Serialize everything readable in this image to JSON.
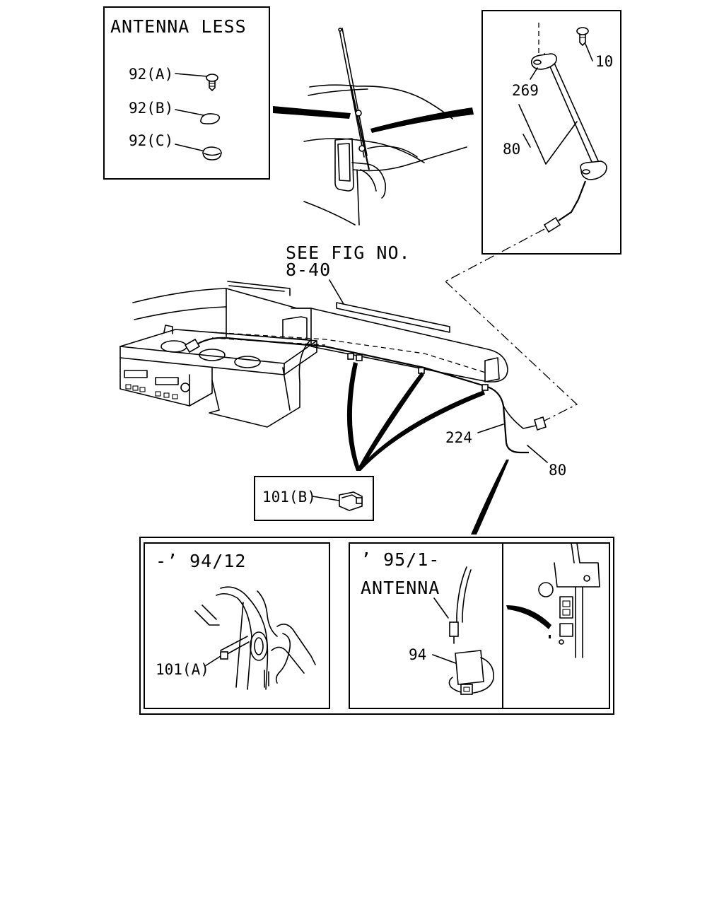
{
  "labels": {
    "antenna_less": "ANTENNA LESS",
    "p92a": "92(A)",
    "p92b": "92(B)",
    "p92c": "92(C)",
    "p10": "10",
    "p269": "269",
    "p80_top": "80",
    "see_fig_line1": "SEE FIG NO.",
    "see_fig_line2": "8-40",
    "p224": "224",
    "p80_mid": "80",
    "p101b": "101(B)",
    "date_early": "-’ 94/12",
    "p101a": "101(A)",
    "date_late": "’ 95/1-",
    "antenna": "ANTENNA",
    "p94": "94"
  }
}
